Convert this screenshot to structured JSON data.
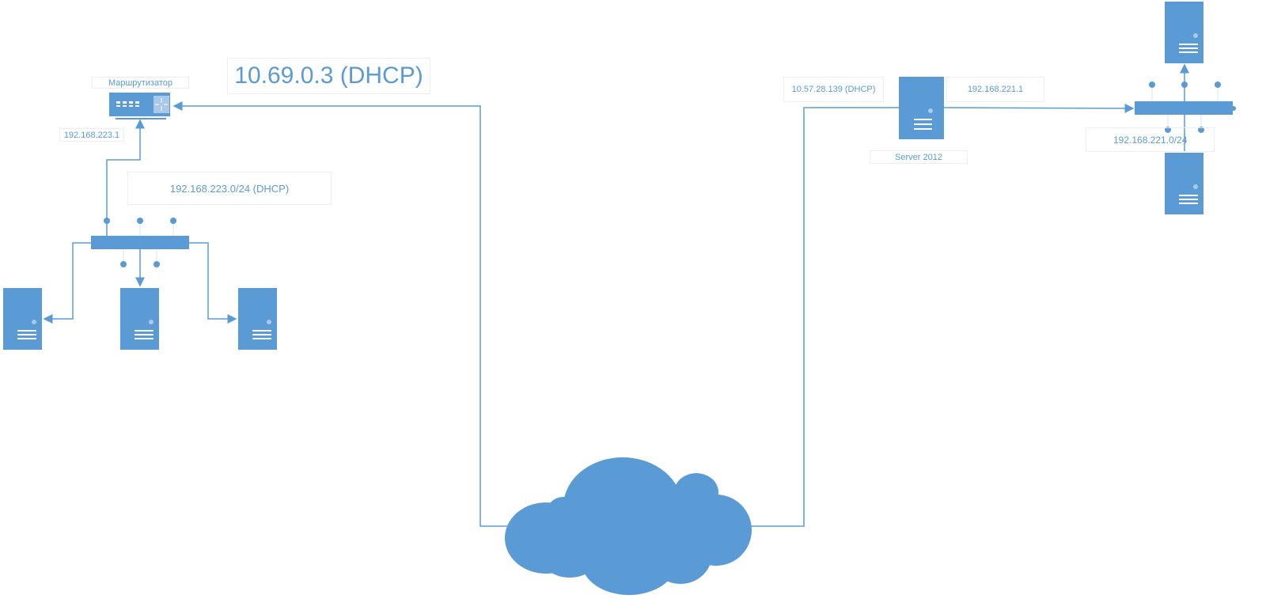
{
  "colors": {
    "accent": "#5b9bd5",
    "light": "#a9c8ea"
  },
  "left_network": {
    "router_label": "Маршрутизатор",
    "wan_ip": "10.69.0.3 (DHCP)",
    "lan_ip": "192.168.223.1",
    "subnet": "192.168.223.0/24 (DHCP)"
  },
  "right_network": {
    "server_wan_ip": "10.57.28.139 (DHCP)",
    "server_lan_ip": "192.168.221.1",
    "server_name": "Server 2012",
    "subnet": "192.168.221.0/24"
  },
  "icons": [
    "router-icon",
    "switch-icon",
    "server-icon",
    "cloud-icon"
  ]
}
